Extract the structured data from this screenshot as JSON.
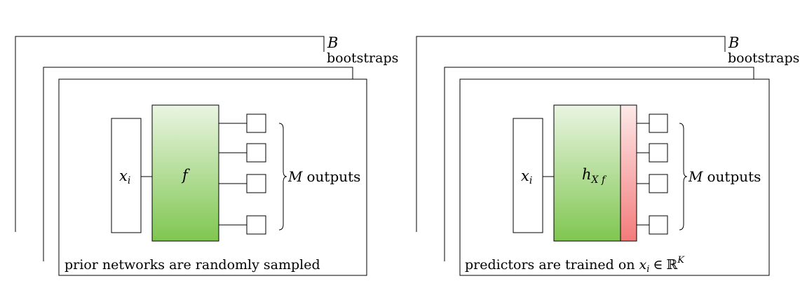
{
  "left": {
    "bootstraps_var": "B",
    "bootstraps_word": "bootstraps",
    "input_label": "x",
    "input_sub": "i",
    "network_label": "f",
    "outputs_var": "M",
    "outputs_word": "outputs",
    "caption": "prior networks are randomly sampled"
  },
  "right": {
    "bootstraps_var": "B",
    "bootstraps_word": "bootstraps",
    "input_label": "x",
    "input_sub": "i",
    "network_label": "h",
    "network_sub": "X f",
    "outputs_var": "M",
    "outputs_word": "outputs",
    "caption_text": "predictors are trained on ",
    "caption_math_var": "x",
    "caption_math_sub": "i",
    "caption_math_in": "∈",
    "caption_math_set": "ℝ",
    "caption_math_sup": "K"
  },
  "colors": {
    "green_top": "#eaf5e2",
    "green_bottom": "#7fc650",
    "red_top": "#fde9e9",
    "red_bottom": "#f37b7b"
  }
}
